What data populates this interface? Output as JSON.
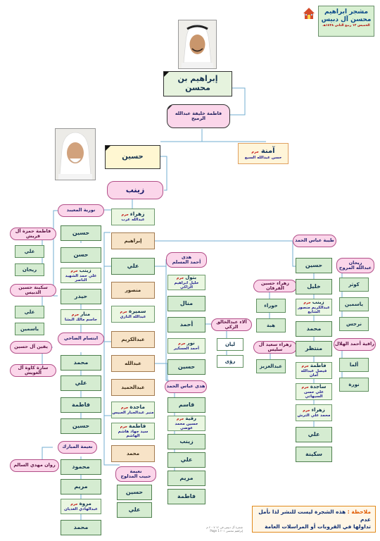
{
  "header": {
    "title_line1": "مشجر ابراهيم",
    "title_line2": "محسن آل دبيس",
    "date_line": "الخميس ١٢ ربيع الثاني ١٤٢٨هـ",
    "home_icon": "home-icon"
  },
  "photos": {
    "top_portrait": "man-portrait-icon",
    "second_portrait": "elder-portrait-icon"
  },
  "root": {
    "name": "إبراهيم بن محسن",
    "wife": "فاطمة خليفة عبدالله الرميح"
  },
  "gen2": {
    "son": "حسين",
    "sister_name": "آمنة",
    "sister_label": "حرم",
    "sister_husband": "حسن عبدالله السبع"
  },
  "wife2": "زينب",
  "col1": {
    "wives": {
      "nouria": "نورية المعيبد",
      "fatima_quraish": "فاطمة حمزة آل قريش",
      "sakina": "سكينة حسين الدبيس",
      "ibtisam": "ابتسام الضاحي",
      "yaqeen": "يقين آل حسين",
      "sara": "سارة كاوة آل الغويش",
      "naima": "نعيمة المبارك",
      "rawan": "روان مهدي السالم"
    },
    "items": {
      "hussein": "حسين",
      "ali1": "علي",
      "rayhan": "ريحان",
      "hassan": "حسن",
      "zainab_name": "زينب",
      "zainab_label": "حرم",
      "zainab_husband": "علي حمد الشهيد الناصر",
      "haidar": "حيدر",
      "ali2": "علي",
      "yasmin": "ياسمين",
      "manar_name": "منار",
      "manar_label": "حرم",
      "manar_husband": "جاسم مالك البشا",
      "mohammed": "محمد",
      "ali3": "علي",
      "fatima": "فاطمة",
      "hussein2": "حسين",
      "mahmoud": "محمود",
      "maryam": "مريم",
      "marwa_name": "مروة",
      "marwa_label": "حرم",
      "marwa_husband": "عبدالهادي الغديان",
      "mohammed2": "محمد"
    }
  },
  "col2": {
    "zahra_name": "زهراء",
    "zahra_label": "حرم",
    "zahra_husband": "عبدالله عرب",
    "ibrahim": "إبراهيم",
    "ali": "علي",
    "mansour": "منصور",
    "samira_name": "سميرة",
    "samira_label": "حرم",
    "samira_husband": "عبدالله التاري",
    "abdulkarim": "عبدالكريم",
    "abdullah": "عبدالله",
    "abdulhamid": "عبدالحميد",
    "majida_name": "ماجدة",
    "majida_label": "حرم",
    "majida_husband": "منير عبدالجبار العبيس",
    "fatima_name": "فاطمة",
    "fatima_label": "حرم",
    "fatima_husband": "سيد جهاد هاشم الهاشم",
    "mohammed": "محمد",
    "naima_name": "نعيمة",
    "naima_sub": "حبيب المدلوح",
    "hussein": "حسين",
    "ali2": "علي"
  },
  "col3": {
    "huda_muslim_title": "هدى",
    "huda_muslim_sub": "أحمد المسلم",
    "batoul_name": "بتول",
    "batoul_label": "حرم",
    "batoul_husband": "خليل ابراهيم الزاكي",
    "manal": "منال",
    "ahmed": "أحمد",
    "alaa": "آلاء عبدالخالق الزكي",
    "layan": "ليان",
    "rawand": "رؤى",
    "nour_name": "نور",
    "nour_label": "حرم",
    "nour_husband": "أحمد العسكير",
    "hussein": "حسين",
    "huda_abbas": "هدى عباس الحمد",
    "qasim": "قاسم",
    "ruqaya_name": "رقية",
    "ruqaya_label": "حرم",
    "ruqaya_husband": "حسين محمد عوضي",
    "zainab": "زينب",
    "ali": "علي",
    "maryam": "مريم",
    "fatima": "فاطمة"
  },
  "col4": {
    "tayba": "طيبة عباس الحمد",
    "hussein": "حسين",
    "zahra_quraish": "زهراء حسين القرقان",
    "khalil": "خليل",
    "zainab_name": "زينب",
    "zainab_label": "حرم",
    "zainab_husband": "عبدالكريم منصور الشايع",
    "hawra": "حوراء",
    "heba": "هبة",
    "mohammed": "محمد",
    "zahra_saeed": "زهراء سعيد آل سليس",
    "muntathar": "منتظر",
    "abdulaziz": "عبدالعزيز",
    "fatima_name": "فاطمة",
    "fatima_label": "حرم",
    "fatima_husband": "فيصل عبدالله آمان",
    "sajida_name": "ساجدة",
    "sajida_label": "حرم",
    "sajida_husband": "علي حسن السيهاتي",
    "zahra_name": "زهراء",
    "zahra_label": "حرم",
    "zahra_husband": "محمد علي الترش",
    "ali": "علي",
    "sakina": "سكينة"
  },
  "col5": {
    "rehan_title": "ريحان",
    "rehan_sub": "عبدالله المروح",
    "kawthar": "كوثر",
    "yasmin": "ياسمين",
    "narjis": "نرجس",
    "raqiya": "راقية أحمد الهلال",
    "alma": "ألما",
    "noura": "نورة"
  },
  "note": {
    "label": "ملاحظة :",
    "line1": "هذه الشجرة ليست للنشر لذا نأمل عدم",
    "line2": "تداولها في القروبات أو المراسلات العامة"
  },
  "footer": {
    "line1": "شجرة آل دبيس في ١٢ ٢٠٠٧ م",
    "line2": "إبراهيم محسن ٢٠١ Page 1"
  }
}
